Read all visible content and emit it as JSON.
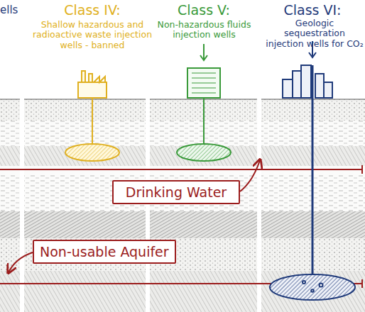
{
  "diagram": {
    "nodes": [
      {
        "text": [
          "Drinking Water"
        ]
      },
      {
        "text": [
          "Non-usable Aquifer"
        ]
      }
    ],
    "labels": [
      "ells",
      "Class IV:",
      "Shallow hazardous and radioactive waste injection wells - banned",
      "Class V:",
      "Non-hazardous fluids injection wells",
      "Class VI:",
      "Geologic sequestration injection wells for CO₂"
    ]
  }
}
